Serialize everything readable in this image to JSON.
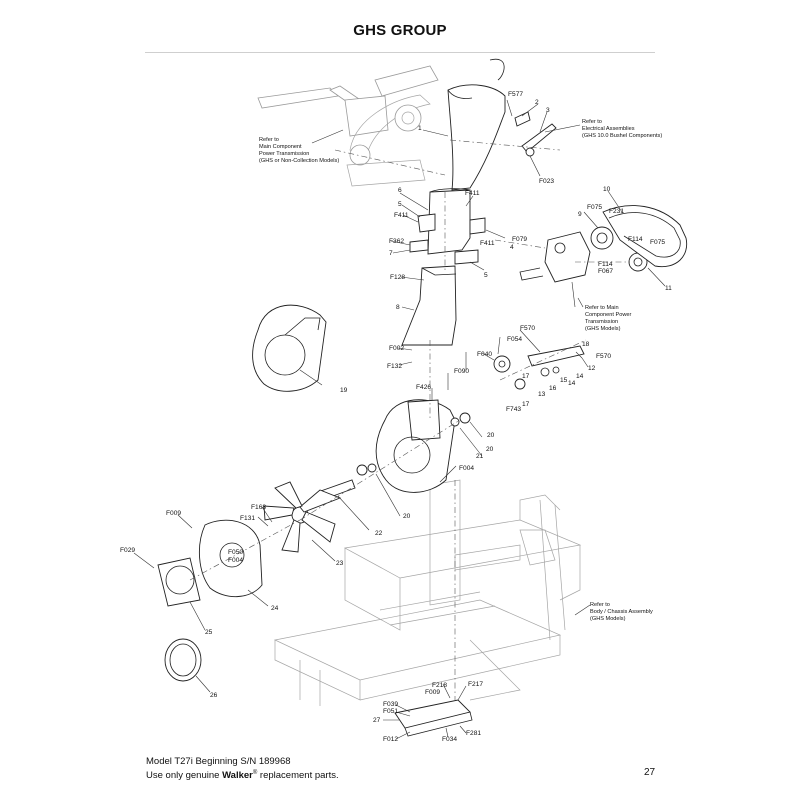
{
  "page": {
    "title": "GHS GROUP",
    "footer": {
      "model_line": "Model T27i Beginning S/N 189968",
      "use_prefix": "Use only genuine ",
      "brand": "Walker",
      "registered": "®",
      "use_suffix": " replacement parts."
    },
    "page_number": "27"
  },
  "references": {
    "power_transmission_collection": [
      "Refer to",
      "Main Component",
      "Power Transmission",
      "(GHS or Non-Collection Models)"
    ],
    "electrical": [
      "Refer to",
      "Electrical Assemblies",
      "(GHS 10.0 Bushel Components)"
    ],
    "power_transmission_ghs": [
      "Refer to Main",
      "Component Power",
      "Transmission",
      "(GHS Models)"
    ],
    "chassis": [
      "Refer to",
      "Body / Chassis Assembly",
      "(GHS Models)"
    ]
  },
  "callouts": {
    "c1": "1",
    "c2": "2",
    "c3": "3",
    "c4": "4",
    "c5a": "5",
    "c5b": "5",
    "c6": "6",
    "c7": "7",
    "c8": "8",
    "c9": "9",
    "c10": "10",
    "c11": "11",
    "c12": "12",
    "c13": "13",
    "c14a": "14",
    "c14b": "14",
    "c15": "15",
    "c16": "16",
    "c17a": "17",
    "c17b": "17",
    "c18": "18",
    "c19": "19",
    "c20a": "20",
    "c20b": "20",
    "c20c": "20",
    "c21": "21",
    "c22": "22",
    "c23": "23",
    "c24": "24",
    "c25": "25",
    "c26": "26",
    "c27": "27",
    "f577": "F577",
    "f023": "F023",
    "f411a": "F411",
    "f411b": "F411",
    "f411c": "F411",
    "f079": "F079",
    "f362": "F362",
    "f128": "F128",
    "f002": "F002",
    "f132": "F132",
    "f075a": "F075",
    "f075b": "F075",
    "f231": "F231",
    "f114a": "F114",
    "f114b": "F114",
    "f067": "F067",
    "f570a": "F570",
    "f570b": "F570",
    "f054": "F054",
    "f040": "F040",
    "f090": "F090",
    "f743": "F743",
    "f426": "F426",
    "f004a": "F004",
    "f004b": "F004",
    "f168": "F168",
    "f131": "F131",
    "f009a": "F009",
    "f009b": "F009",
    "f050": "F050",
    "f029": "F029",
    "f218": "F218",
    "f217": "F217",
    "f039": "F039",
    "f051": "F051",
    "f012": "F012",
    "f034": "F034",
    "f281": "F281"
  }
}
